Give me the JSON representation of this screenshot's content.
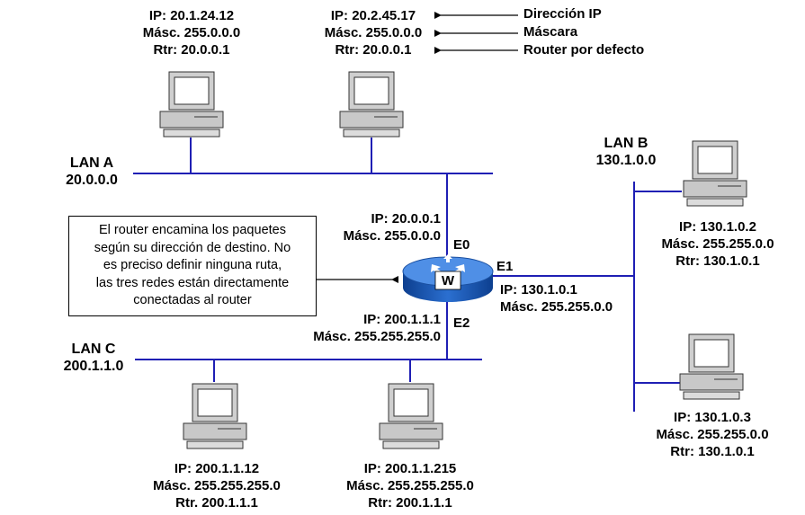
{
  "colors": {
    "lan_line": "#1f1fb4",
    "pc_body": "#c8c8c8",
    "router": "#1f64c8"
  },
  "pcs": {
    "pc1": {
      "ip": "IP: 20.1.24.12",
      "mask": "Másc. 255.0.0.0",
      "gw": "Rtr: 20.0.0.1"
    },
    "pc2": {
      "ip": "IP: 20.2.45.17",
      "mask": "Másc. 255.0.0.0",
      "gw": "Rtr: 20.0.0.1"
    },
    "pc3": {
      "ip": "IP: 130.1.0.2",
      "mask": "Másc. 255.255.0.0",
      "gw": "Rtr: 130.1.0.1"
    },
    "pc4": {
      "ip": "IP: 130.1.0.3",
      "mask": "Másc. 255.255.0.0",
      "gw": "Rtr: 130.1.0.1"
    },
    "pc5": {
      "ip": "IP: 200.1.1.12",
      "mask": "Másc. 255.255.255.0",
      "gw": "Rtr. 200.1.1.1"
    },
    "pc6": {
      "ip": "IP: 200.1.1.215",
      "mask": "Másc. 255.255.255.0",
      "gw": "Rtr: 200.1.1.1"
    }
  },
  "legend": {
    "ip_label": "Dirección IP",
    "mask_label": "Máscara",
    "gw_label": "Router por defecto"
  },
  "lans": {
    "a": {
      "name": "LAN A",
      "net": "20.0.0.0"
    },
    "b": {
      "name": "LAN B",
      "net": "130.1.0.0"
    },
    "c": {
      "name": "LAN C",
      "net": "200.1.1.0"
    }
  },
  "router": {
    "label": "W",
    "e0": {
      "name": "E0",
      "ip": "IP: 20.0.0.1",
      "mask": "Másc. 255.0.0.0"
    },
    "e1": {
      "name": "E1",
      "ip": "IP: 130.1.0.1",
      "mask": "Másc. 255.255.0.0"
    },
    "e2": {
      "name": "E2",
      "ip": "IP: 200.1.1.1",
      "mask": "Másc. 255.255.255.0"
    }
  },
  "note": {
    "lines": [
      "El router encamina los paquetes",
      "según su dirección de destino. No",
      "es preciso definir ninguna ruta,",
      "las tres redes están directamente",
      "conectadas al router"
    ]
  }
}
